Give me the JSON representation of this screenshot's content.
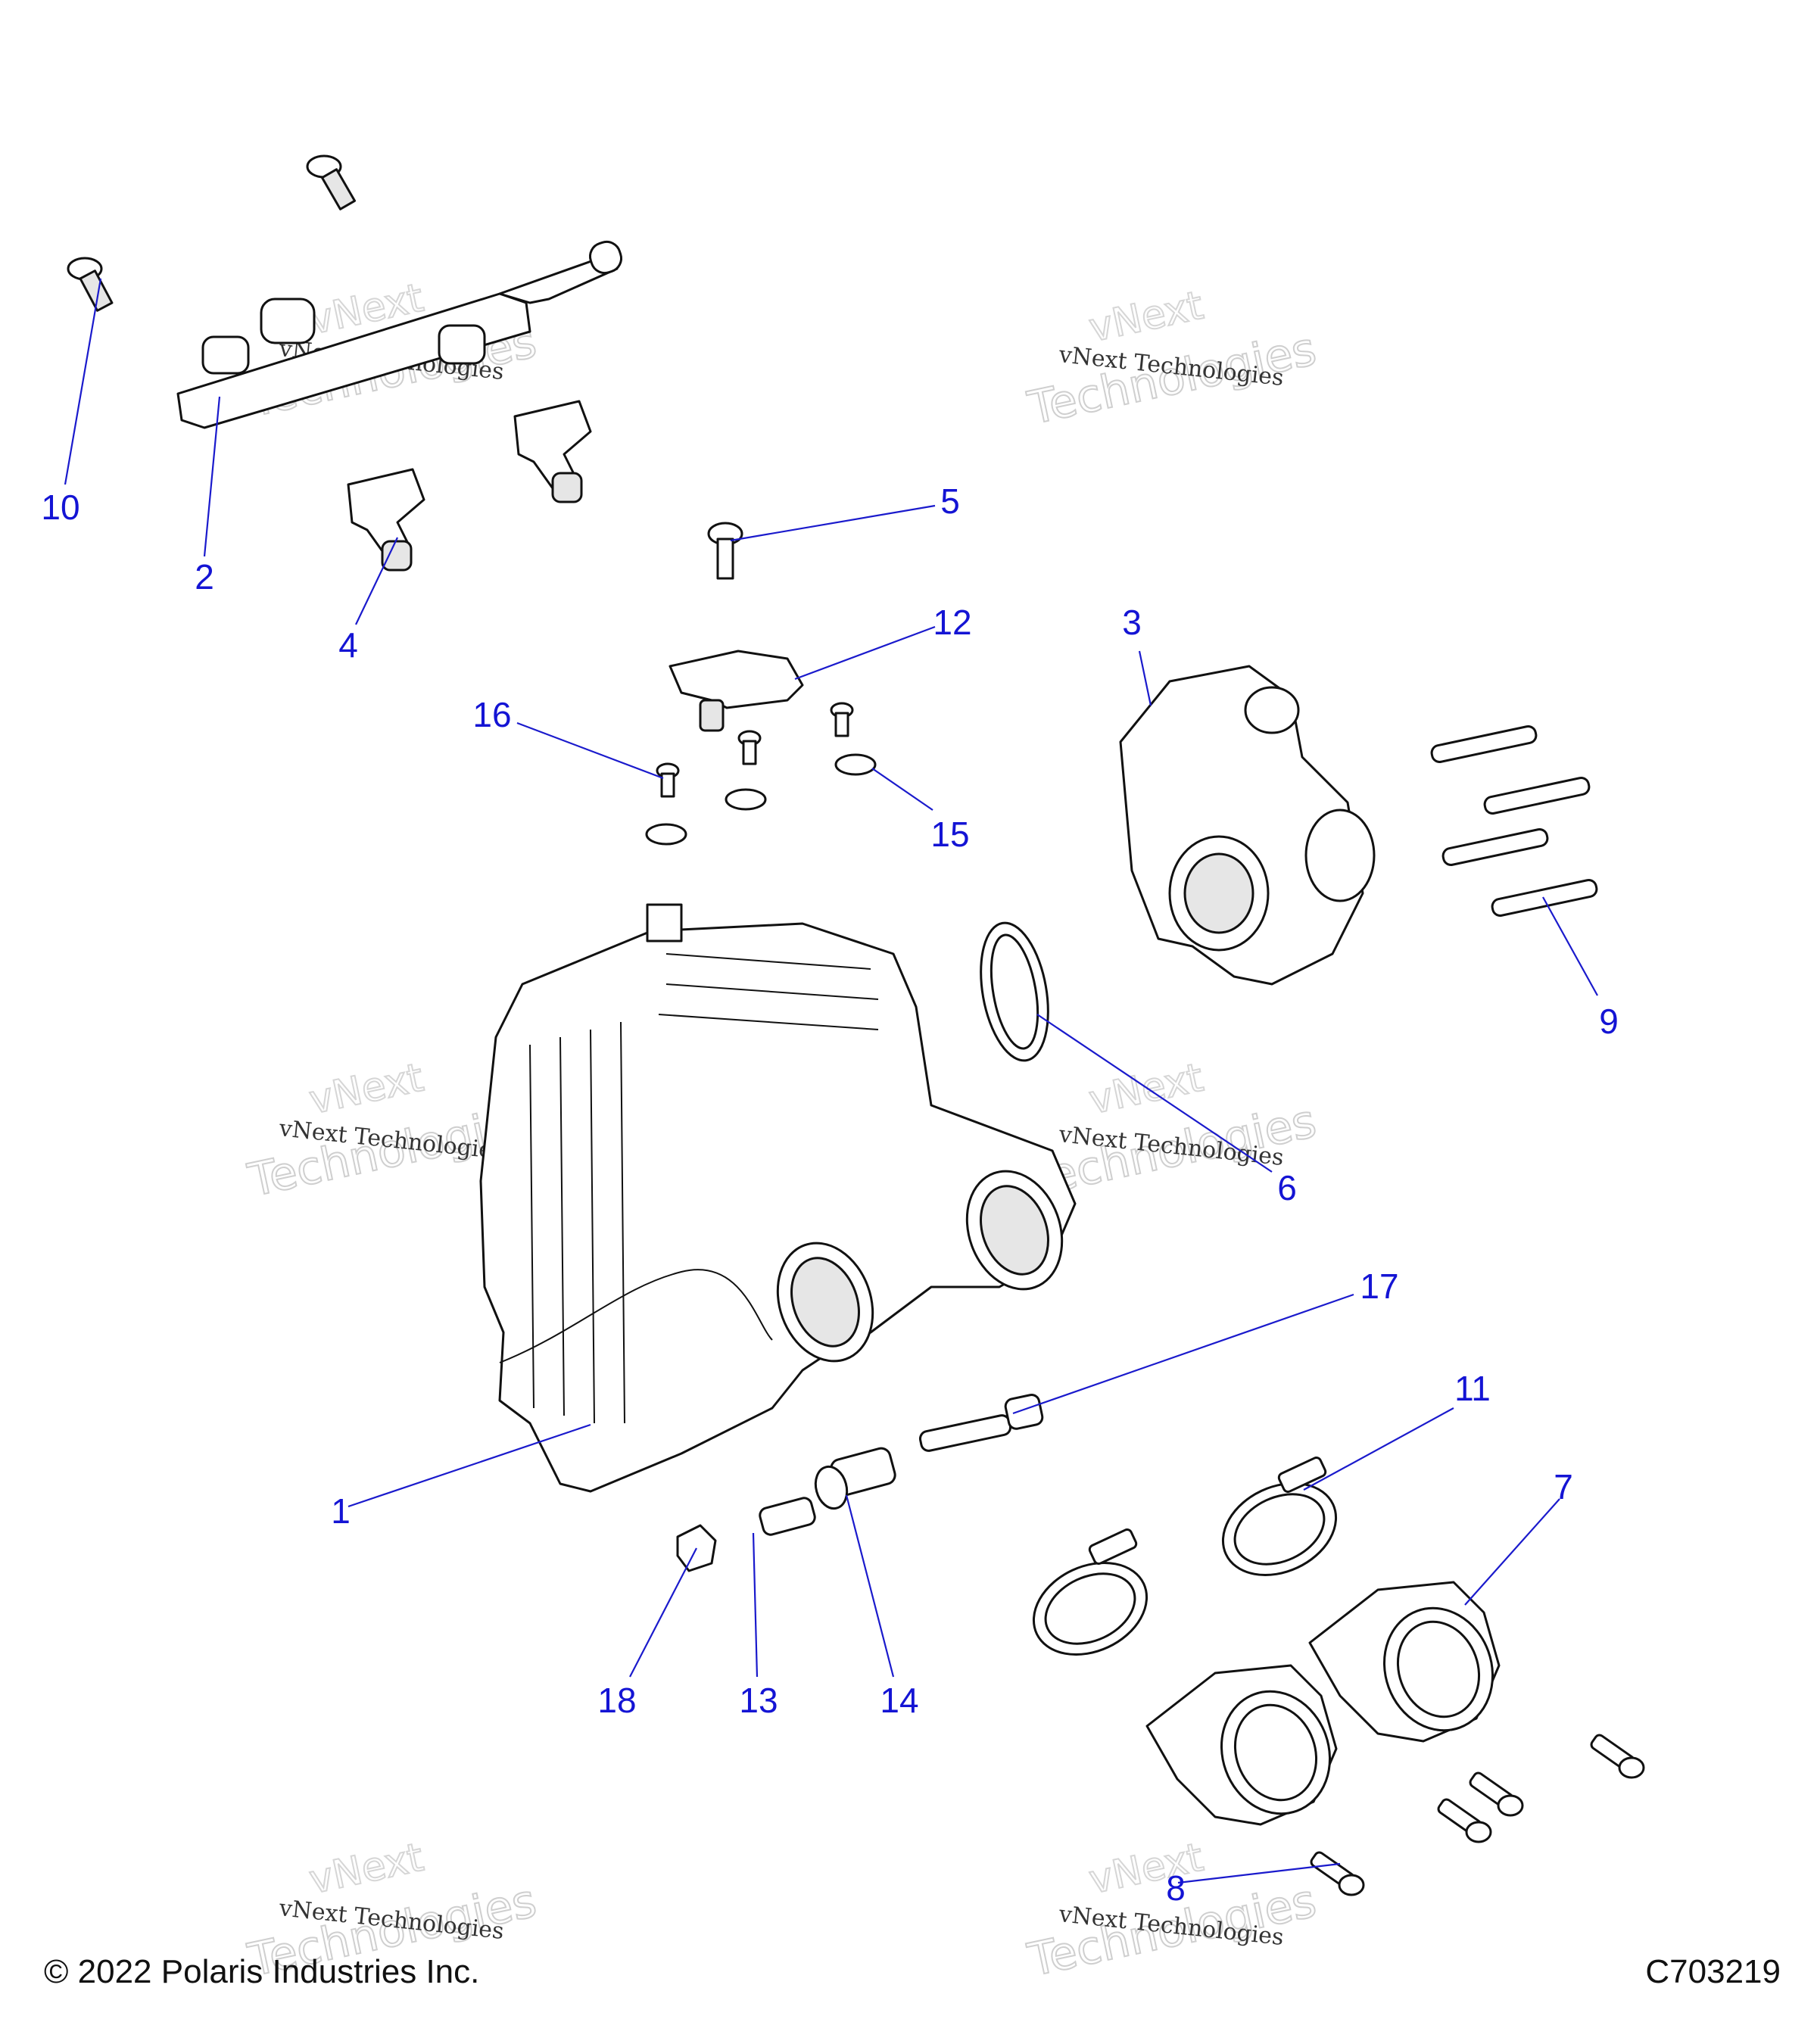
{
  "callouts": {
    "c1": "1",
    "c2": "2",
    "c3": "3",
    "c4": "4",
    "c5": "5",
    "c6": "6",
    "c7": "7",
    "c8": "8",
    "c9": "9",
    "c10": "10",
    "c11": "11",
    "c12": "12",
    "c13": "13",
    "c14": "14",
    "c15": "15",
    "c16": "16",
    "c17": "17",
    "c18": "18"
  },
  "watermark": {
    "brand": "vNext",
    "company": "vNext Technologies",
    "word": "Technologies"
  },
  "footer": {
    "copyright": "© 2022 Polaris Industries Inc.",
    "figure_id": "C703219"
  },
  "colors": {
    "callout": "#1414d4",
    "line": "#111111"
  }
}
